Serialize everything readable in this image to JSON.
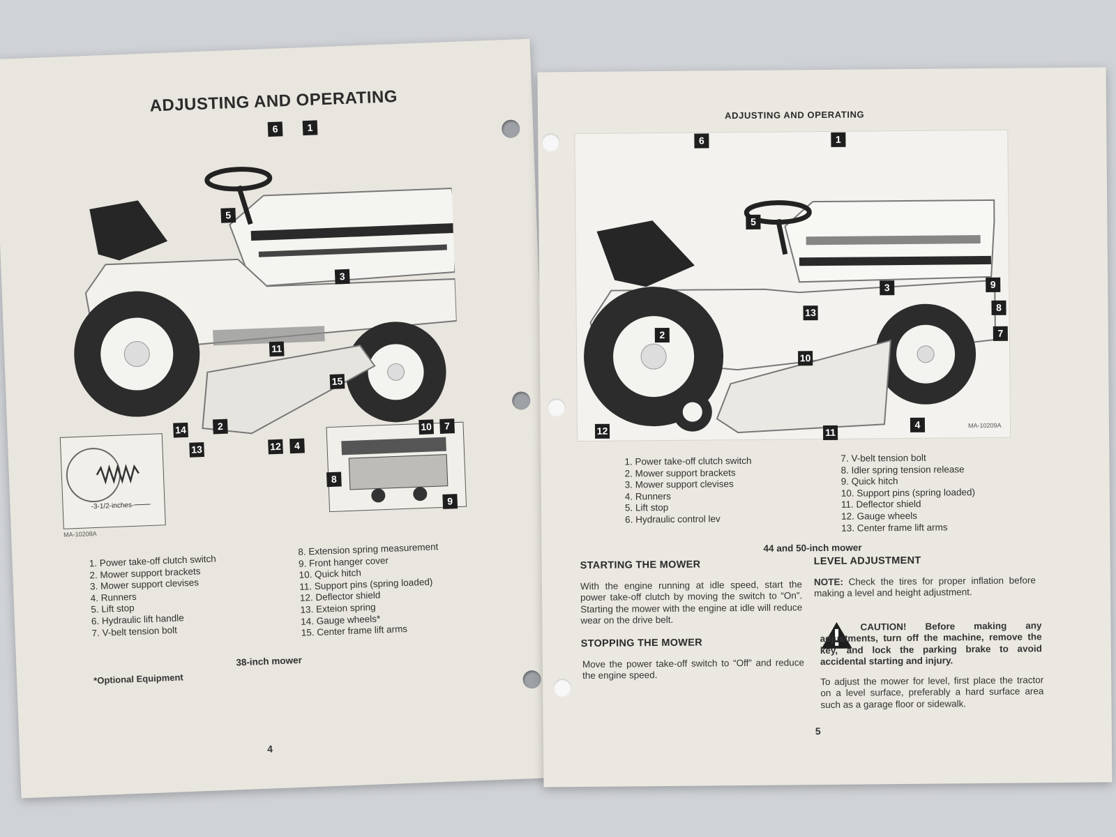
{
  "left_page": {
    "title": "ADJUSTING AND OPERATING",
    "figure_id": "MA-10208A",
    "inset_measure": "-3-1/2-inches-",
    "callouts": [
      "1",
      "2",
      "3",
      "4",
      "5",
      "6",
      "7",
      "8",
      "9",
      "10",
      "11",
      "12",
      "13",
      "14",
      "15"
    ],
    "legend_col1": [
      "1. Power take-off clutch switch",
      "2. Mower support brackets",
      "3. Mower support clevises",
      "4. Runners",
      "5. Lift stop",
      "6. Hydraulic lift handle",
      "7. V-belt tension bolt"
    ],
    "legend_col2": [
      "8. Extension spring measurement",
      "9. Front hanger cover",
      "10. Quick hitch",
      "11. Support pins (spring loaded)",
      "12. Deflector shield",
      "13. Exteion spring",
      "14. Gauge wheels*",
      "15. Center frame lift arms"
    ],
    "caption": "38-inch mower",
    "footnote": "*Optional Equipment",
    "page_number": "4"
  },
  "right_page": {
    "title": "ADJUSTING AND OPERATING",
    "figure_id": "MA-10209A",
    "callouts": [
      "1",
      "2",
      "3",
      "4",
      "5",
      "6",
      "7",
      "8",
      "9",
      "10",
      "11",
      "12",
      "13"
    ],
    "legend_col1": [
      "1. Power take-off clutch switch",
      "2. Mower support brackets",
      "3. Mower support clevises",
      "4. Runners",
      "5. Lift stop",
      "6. Hydraulic control lev"
    ],
    "legend_col2": [
      "7. V-belt tension bolt",
      "8. Idler spring tension release",
      "9. Quick hitch",
      "10. Support pins (spring loaded)",
      "11. Deflector shield",
      "12. Gauge wheels",
      "13. Center frame lift arms"
    ],
    "caption": "44 and 50-inch mower",
    "starting_heading": "STARTING THE MOWER",
    "starting_text": "With the engine running at idle speed, start the power take-off clutch by moving the switch to “On”. Starting the mower with the engine at idle will reduce wear on the drive belt.",
    "stopping_heading": "STOPPING THE MOWER",
    "stopping_text": "Move the power take-off switch to “Off” and reduce the engine speed.",
    "level_heading": "LEVEL ADJUSTMENT",
    "note_label": "NOTE:",
    "note_text": " Check the tires for proper inflation before making a level and height adjustment.",
    "caution_label": "CAUTION!",
    "caution_text": " Before making any adjustments, turn off the machine, remove the key, and lock the parking brake to avoid accidental starting and injury.",
    "level_text": "To adjust the mower for level, first place the tractor on a level surface, preferably a hard surface area such as a garage floor or sidewalk.",
    "page_number": "5"
  }
}
